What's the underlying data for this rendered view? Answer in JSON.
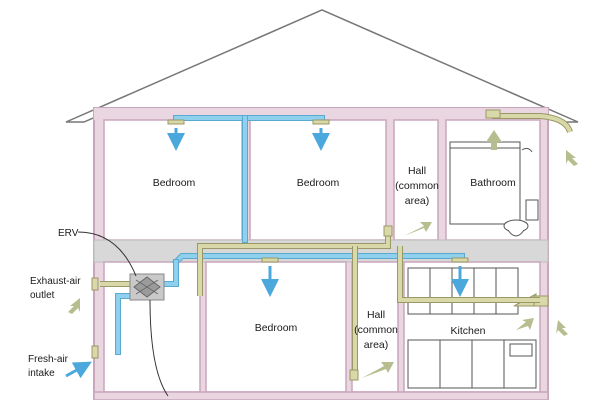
{
  "diagram": {
    "colors": {
      "wall": "#c9a6bb",
      "wall_inner": "#e9d6e1",
      "floor": "#d8d8d8",
      "roof_line": "#777777",
      "fresh_duct": "#8fd0ee",
      "fresh_duct_edge": "#5aa9cf",
      "exhaust_duct": "#d9d8a8",
      "exhaust_duct_edge": "#9a9866",
      "arrow_blue": "#4aa8dd",
      "arrow_green": "#b7bd8e",
      "erv_box": "#c9c9c9"
    },
    "labels": {
      "bedroom_upper_left": "Bedroom",
      "bedroom_upper_right": "Bedroom",
      "bedroom_lower": "Bedroom",
      "bathroom": "Bathroom",
      "kitchen": "Kitchen",
      "hall_upper_line1": "Hall",
      "hall_upper_line2": "(common",
      "hall_upper_line3": "area)",
      "hall_lower_line1": "Hall",
      "hall_lower_line2": "(common",
      "hall_lower_line3": "area)",
      "erv": "ERV",
      "exhaust_line1": "Exhaust-air",
      "exhaust_line2": "outlet",
      "fresh_line1": "Fresh-air",
      "fresh_line2": "intake"
    }
  }
}
